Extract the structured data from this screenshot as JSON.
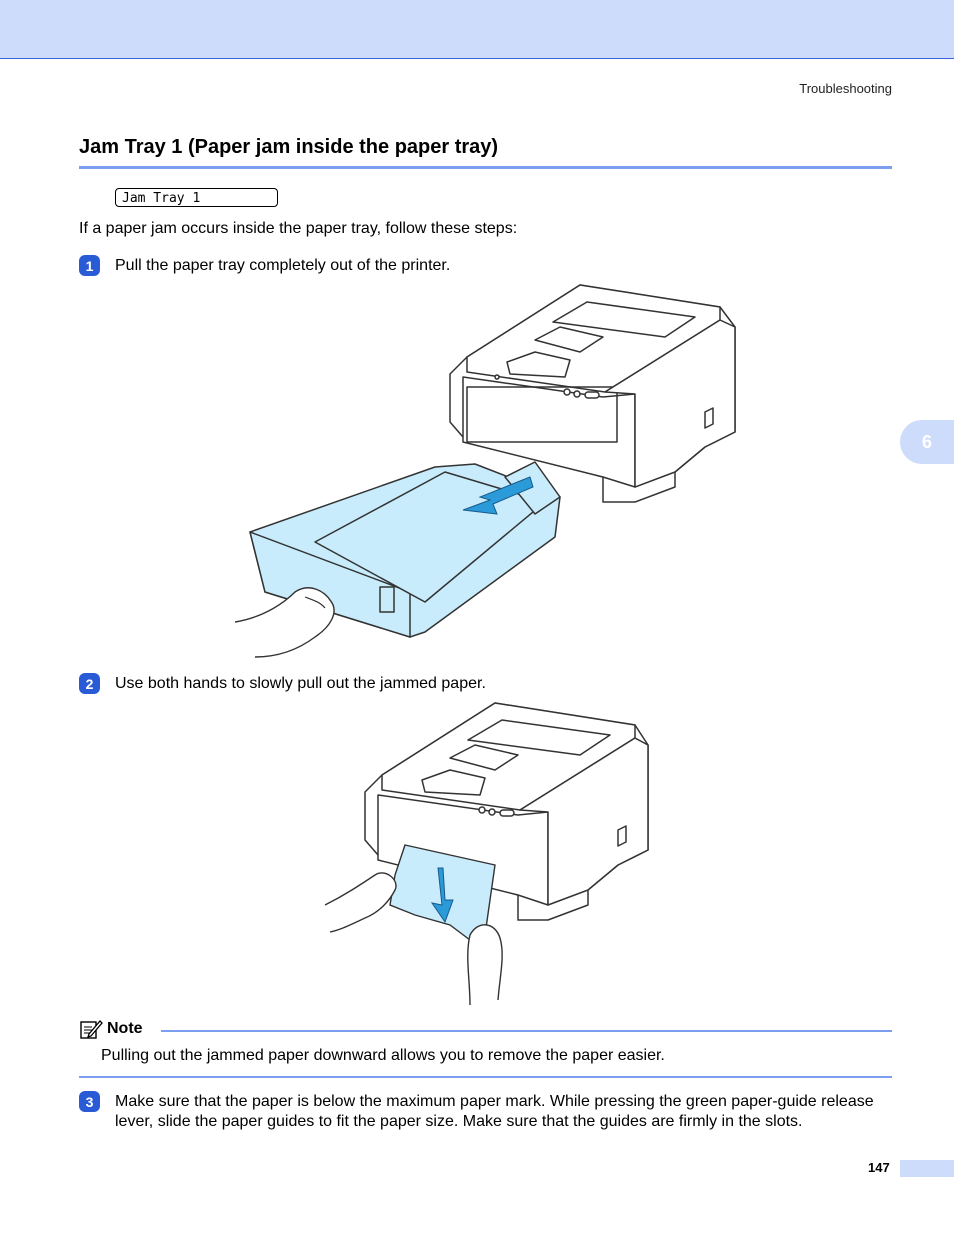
{
  "header": {
    "section": "Troubleshooting"
  },
  "heading": "Jam Tray 1 (Paper jam inside the paper tray)",
  "lcd_message": "Jam Tray 1",
  "intro": "If a paper jam occurs inside the paper tray, follow these steps:",
  "steps": [
    {
      "num": "1",
      "text": "Pull the paper tray completely out of the printer."
    },
    {
      "num": "2",
      "text": "Use both hands to slowly pull out the jammed paper."
    },
    {
      "num": "3",
      "text": "Make sure that the paper is below the maximum paper mark. While pressing the green paper-guide release lever, slide the paper guides to fit the paper size. Make sure that the guides are firmly in the slots."
    }
  ],
  "note": {
    "label": "Note",
    "text": "Pulling out the jammed paper downward allows you to remove the paper easier.",
    "icon": "note-pencil-icon"
  },
  "chapter_tab": "6",
  "page_number": "147",
  "colors": {
    "band": "#cddcfb",
    "accent": "#2a5bd7",
    "rule": "#7d9ff0",
    "paper": "#c8ecfb",
    "arrow": "#2a9bd8"
  }
}
